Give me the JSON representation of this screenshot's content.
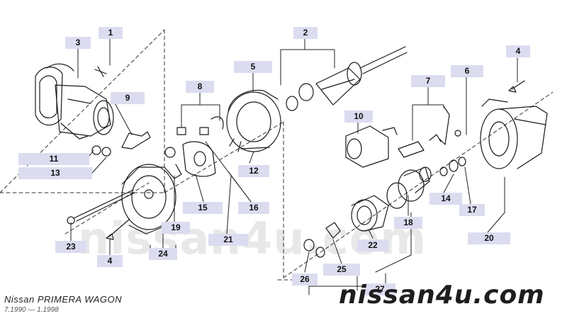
{
  "diagram": {
    "model_label": "Nissan PRIMERA WAGON",
    "period_label": "7.1990 — 1.1998",
    "watermark": "nissan4u.com",
    "brand_text": "nissan4u.com",
    "callouts": [
      {
        "id": "c1",
        "label": "1"
      },
      {
        "id": "c2",
        "label": "2"
      },
      {
        "id": "c3",
        "label": "3"
      },
      {
        "id": "c4a",
        "label": "4"
      },
      {
        "id": "c4b",
        "label": "4"
      },
      {
        "id": "c5",
        "label": "5"
      },
      {
        "id": "c6",
        "label": "6"
      },
      {
        "id": "c7",
        "label": "7"
      },
      {
        "id": "c8",
        "label": "8"
      },
      {
        "id": "c9",
        "label": "9"
      },
      {
        "id": "c10",
        "label": "10"
      },
      {
        "id": "c11",
        "label": "11"
      },
      {
        "id": "c12",
        "label": "12"
      },
      {
        "id": "c13",
        "label": "13"
      },
      {
        "id": "c14",
        "label": "14"
      },
      {
        "id": "c15",
        "label": "15"
      },
      {
        "id": "c16",
        "label": "16"
      },
      {
        "id": "c17",
        "label": "17"
      },
      {
        "id": "c18",
        "label": "18"
      },
      {
        "id": "c19",
        "label": "19"
      },
      {
        "id": "c20",
        "label": "20"
      },
      {
        "id": "c21",
        "label": "21"
      },
      {
        "id": "c22",
        "label": "22"
      },
      {
        "id": "c23",
        "label": "23"
      },
      {
        "id": "c24",
        "label": "24"
      },
      {
        "id": "c25",
        "label": "25"
      },
      {
        "id": "c26",
        "label": "26"
      },
      {
        "id": "c27",
        "label": "27"
      }
    ]
  }
}
